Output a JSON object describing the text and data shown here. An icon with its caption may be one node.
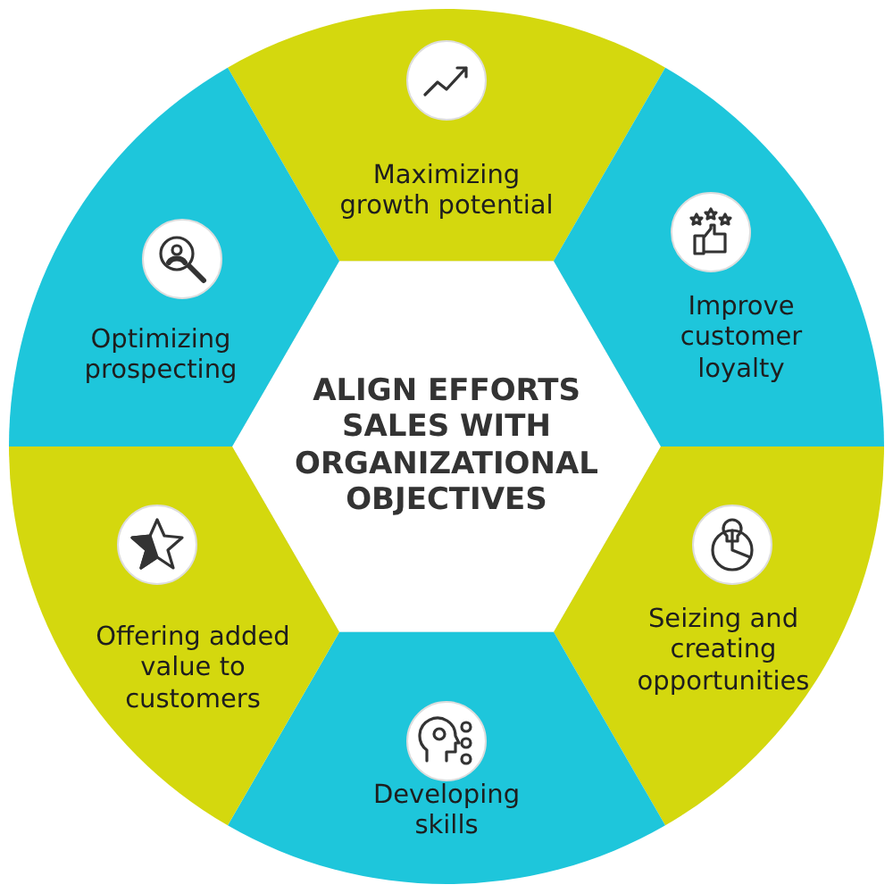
{
  "diagram": {
    "nodes": [
      {
        "text": [
          "ALIGN EFFORTS SALES WITH ORGANIZATIONAL OBJECTIVES"
        ]
      },
      {
        "text": [
          "Maximizing growth potential"
        ]
      },
      {
        "text": [
          "Improve customer loyalty"
        ]
      },
      {
        "text": [
          "Seizing and creating opportunities"
        ]
      },
      {
        "text": [
          "Developing skills"
        ]
      },
      {
        "text": [
          "Offering added value to customers"
        ]
      },
      {
        "text": [
          "Optimizing prospecting"
        ]
      }
    ]
  }
}
